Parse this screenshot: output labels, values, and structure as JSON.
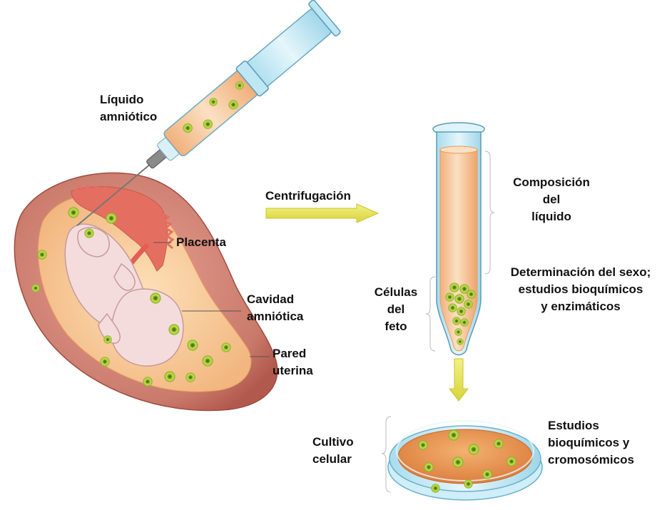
{
  "labels": {
    "liquid": [
      "Líquido",
      "amniótico"
    ],
    "placenta": "Placenta",
    "cavity": [
      "Cavidad",
      "amniótica"
    ],
    "wall": [
      "Pared",
      "uterina"
    ],
    "centrifuge": "Centrifugación",
    "composition": [
      "Composición",
      "del",
      "líquido"
    ],
    "sex": [
      "Determinación del sexo;",
      "estudios bioquímicos",
      "y enzimáticos"
    ],
    "cells": [
      "Células",
      "del",
      "feto"
    ],
    "culture": [
      "Cultivo",
      "celular"
    ],
    "studies": [
      "Estudios",
      "bioquímicos y",
      "cromosómicos"
    ]
  },
  "colors": {
    "uterus": "#c97a6b",
    "placenta": "#e46f61",
    "amniotic_fluid": "#f6c48f",
    "fetus_skin": "#f5dcdc",
    "cell": "#a6c72b",
    "arrow": "#e9e64a",
    "glass": "#bfe6f3",
    "culture_medium": "#e8954f"
  }
}
